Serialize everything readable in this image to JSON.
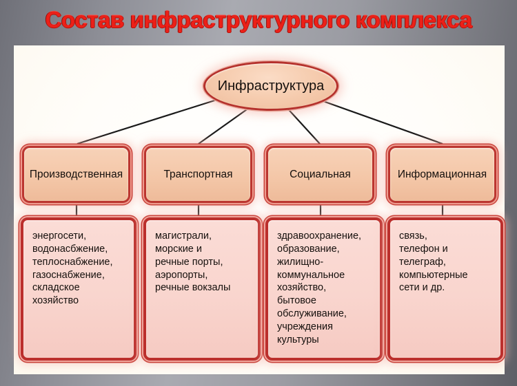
{
  "slide": {
    "title": "Состав инфраструктурного комплекса",
    "title_color": "#ec2018",
    "background_color": "#8d8e96",
    "canvas_color": "#ffffff"
  },
  "diagram": {
    "root": {
      "label": "Инфраструктура",
      "shape": "ellipse",
      "fill_color": "#f4c7a8",
      "border_color": "#b5312c"
    },
    "branches": [
      {
        "category": "Производственная",
        "details": "энергосети,\nводонасбжение,\nтеплоснабжение,\nгазоснабжение,\nскладское\nхозяйство"
      },
      {
        "category": "Транспортная",
        "details": "магистрали,\nморские и\nречные порты,\nаэропорты,\nречные вокзалы"
      },
      {
        "category": "Социальная",
        "details": "здравоохранение,\nобразование,\nжилищно-\nкоммунальное\nхозяйство,\nбытовое\nобслуживание,\nучреждения\nкультуры"
      },
      {
        "category": "Информационная",
        "details": "связь,\nтелефон и\nтелеграф,\nкомпьютерные\nсети и др."
      }
    ],
    "box_fill_color": "#f4c7a8",
    "detail_fill_color": "#f9d5ce",
    "box_border_color": "#bb3630",
    "connector_color": "#1a1a1a"
  }
}
